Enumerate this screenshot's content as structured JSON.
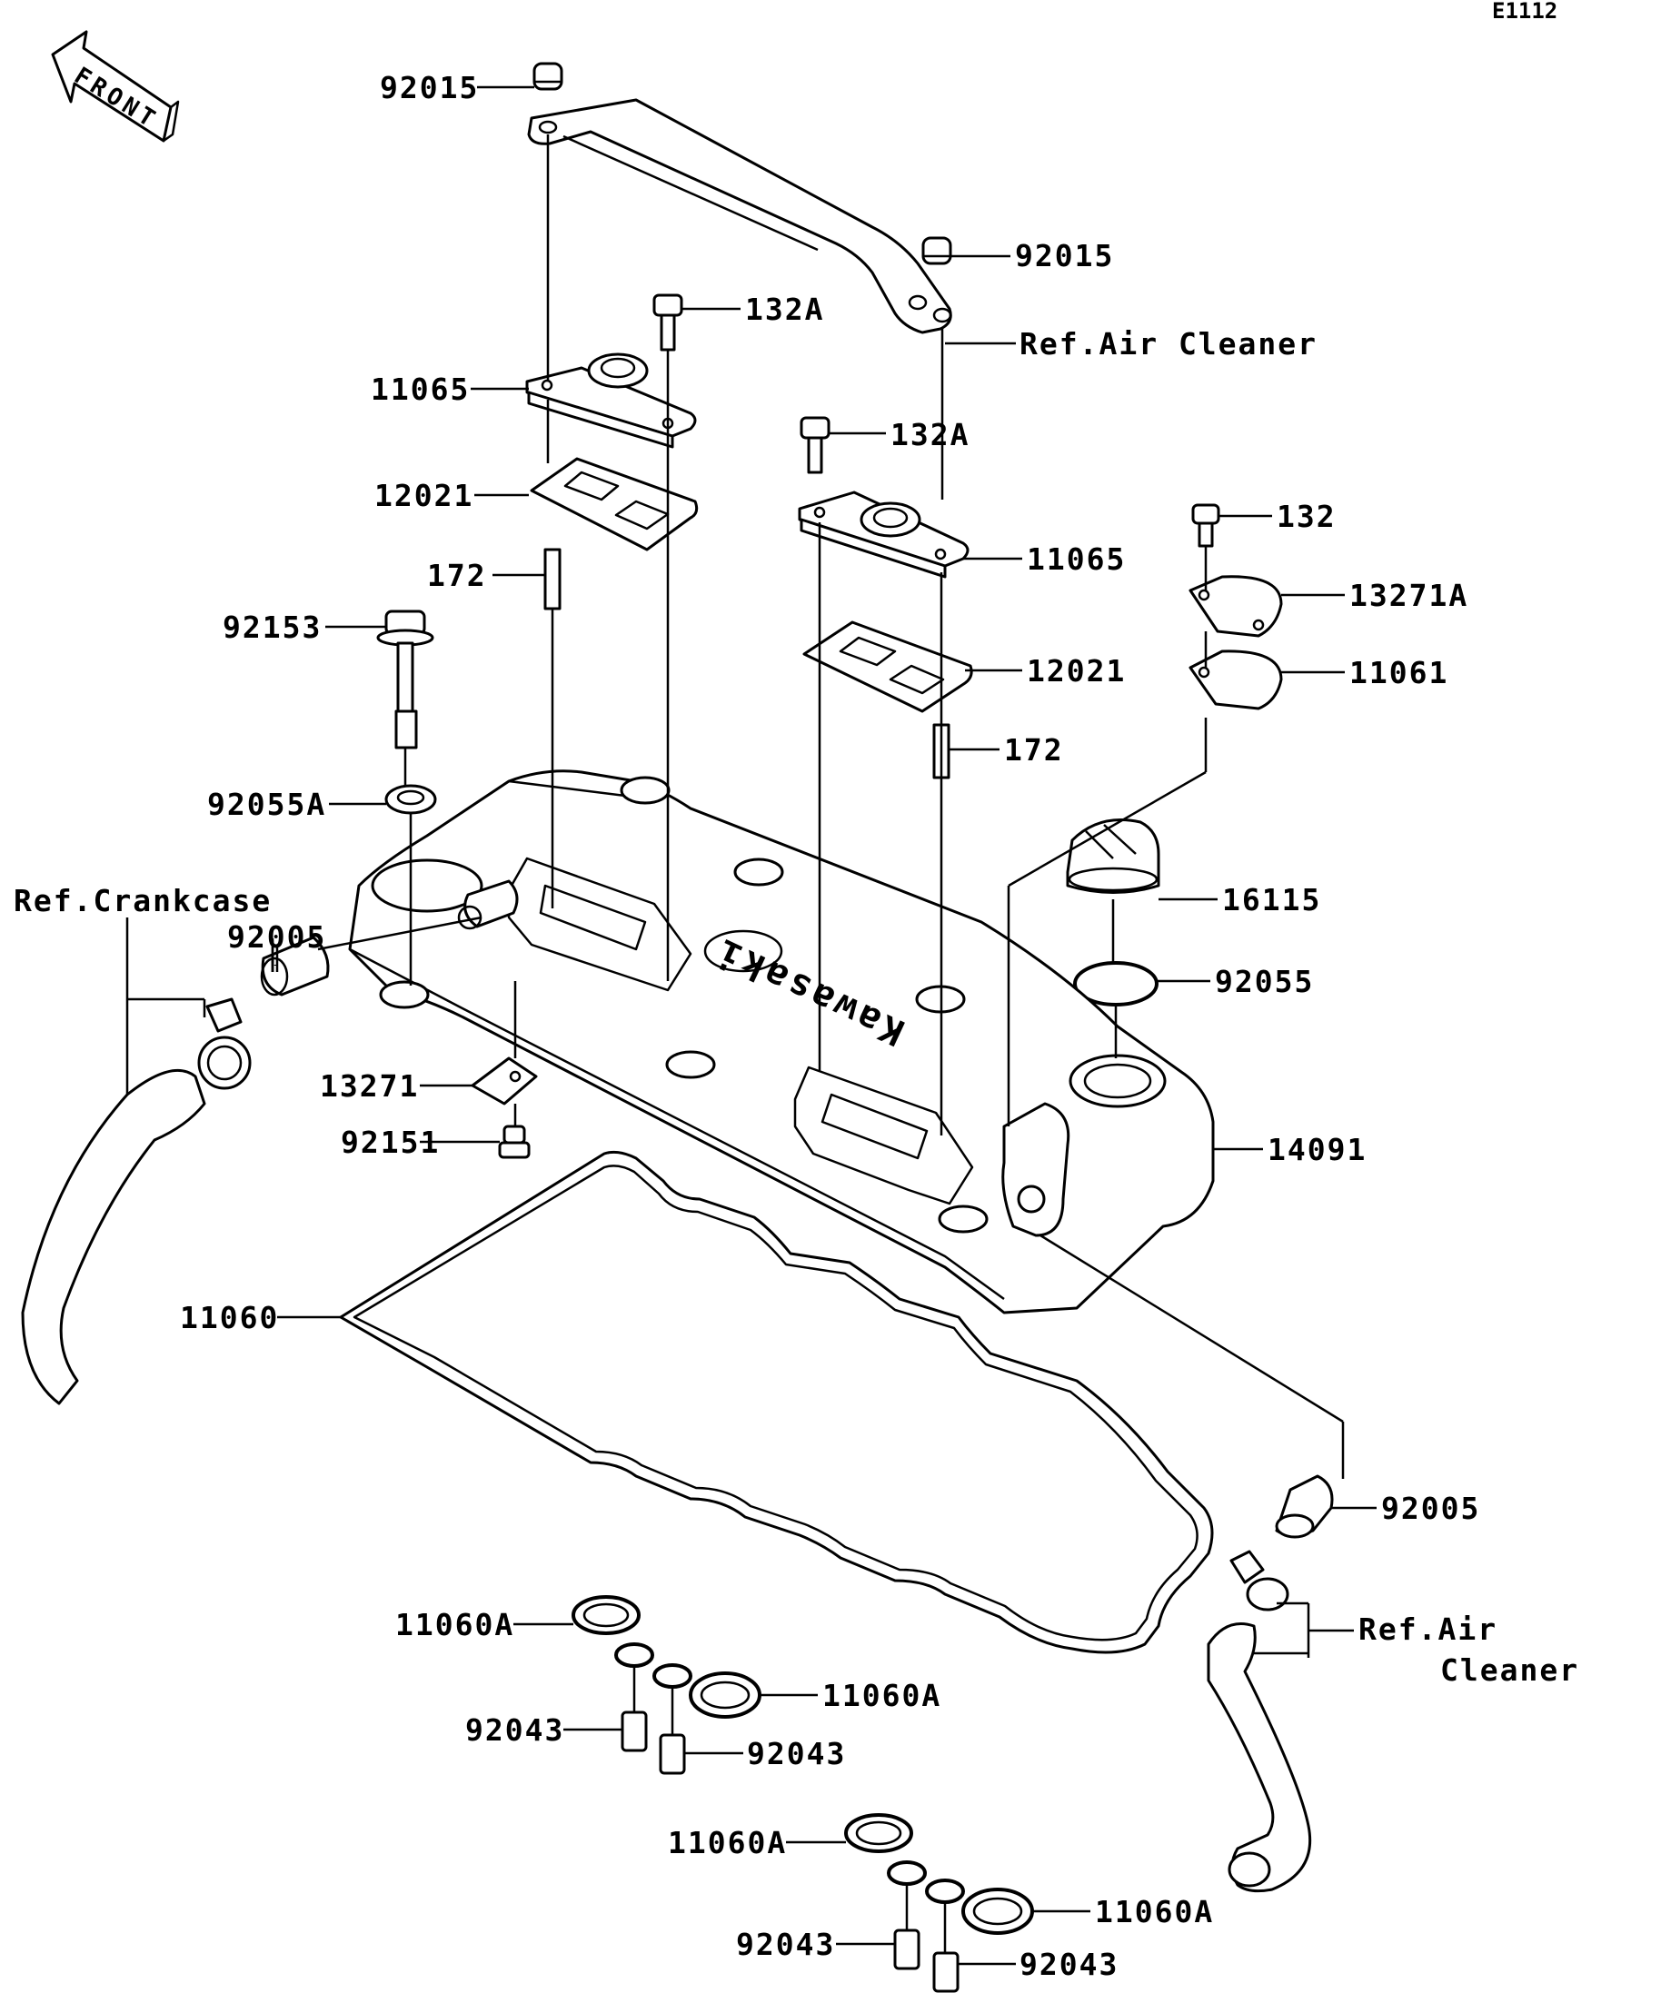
{
  "diagram_code": "E1112",
  "front_label": "FRONT",
  "brand_text": "Kawasaki",
  "labels": {
    "p92015_top": "92015",
    "p92015_right": "92015",
    "ref_air_cleaner_top": "Ref.Air Cleaner",
    "p132A_1": "132A",
    "p11065_1": "11065",
    "p132A_2": "132A",
    "p12021_1": "12021",
    "p132": "132",
    "p11065_2": "11065",
    "p172_1": "172",
    "p13271A": "13271A",
    "p92153": "92153",
    "p12021_2": "12021",
    "p11061": "11061",
    "p172_2": "172",
    "p92055A": "92055A",
    "ref_crankcase": "Ref.Crankcase",
    "p16115": "16115",
    "p92005_1": "92005",
    "p92055": "92055",
    "p13271": "13271",
    "p14091": "14091",
    "p92151": "92151",
    "p11060": "11060",
    "p92005_2": "92005",
    "p11060A_1": "11060A",
    "ref_air_line1": "Ref.Air",
    "ref_air_line2": "Cleaner",
    "p11060A_2": "11060A",
    "p92043_1": "92043",
    "p92043_2": "92043",
    "p11060A_3": "11060A",
    "p11060A_4": "11060A",
    "p92043_3": "92043",
    "p92043_4": "92043"
  }
}
